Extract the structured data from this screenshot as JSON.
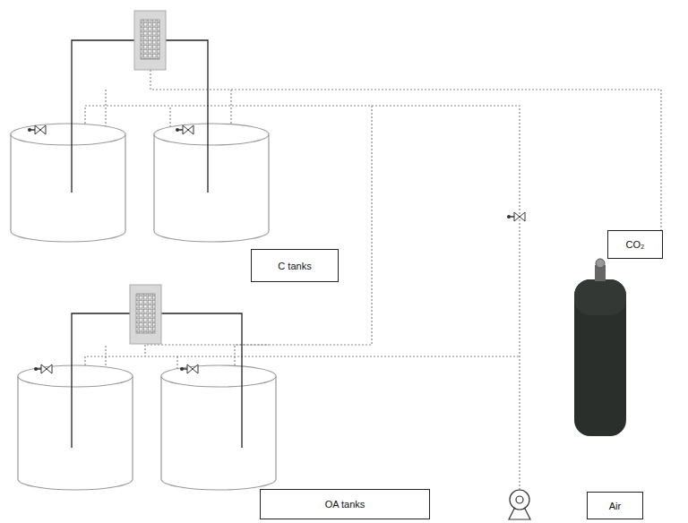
{
  "diagram": {
    "nodes": [
      {
        "text": [
          "C tanks"
        ]
      },
      {
        "text": [
          "CO₂"
        ]
      },
      {
        "text": [
          "OA tanks"
        ]
      },
      {
        "text": [
          "Air"
        ]
      }
    ]
  }
}
